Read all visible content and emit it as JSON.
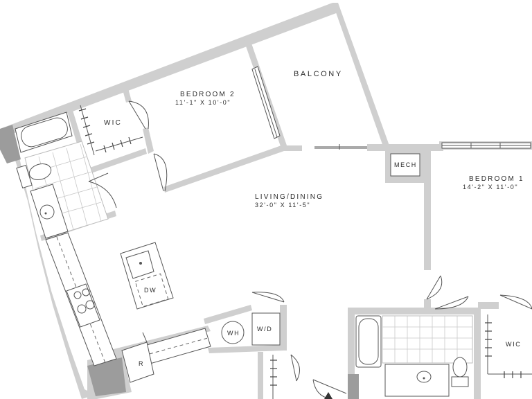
{
  "rooms": {
    "balcony": {
      "name": "BALCONY"
    },
    "bedroom2": {
      "name": "BEDROOM 2",
      "size": "11'-1\" X 10'-0\""
    },
    "wic_upper": {
      "name": "WIC"
    },
    "living": {
      "name": "LIVING/DINING",
      "size": "32'-0\" X 11'-5\""
    },
    "mech": {
      "name": "MECH"
    },
    "bedroom1": {
      "name": "BEDROOM 1",
      "size": "14'-2\" X 11'-0\""
    },
    "dishwasher": {
      "name": "DW"
    },
    "water_heater": {
      "name": "WH"
    },
    "washer_dryer": {
      "name": "W/D"
    },
    "refrigerator": {
      "name": "R"
    },
    "wic_lower": {
      "name": "WIC"
    }
  },
  "colors": {
    "wall": "#cfcfcf",
    "wall_shadow": "#9c9c9c",
    "line": "#555555",
    "text": "#2a2a2a"
  }
}
